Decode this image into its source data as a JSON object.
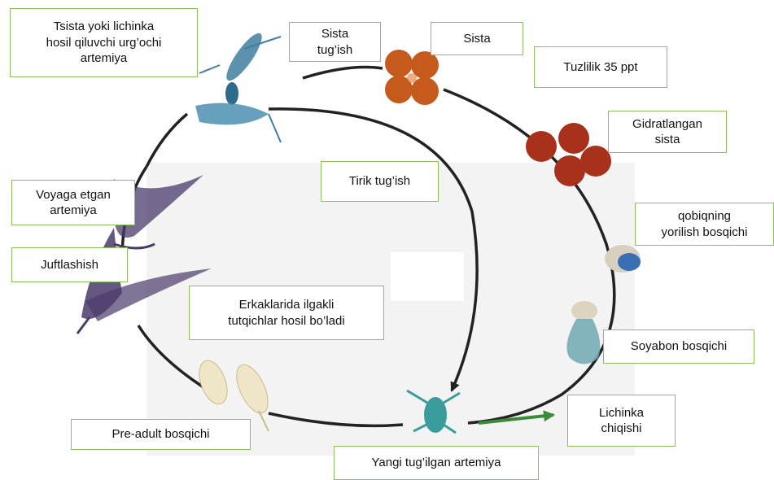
{
  "colors": {
    "label_border": "#8cbf5a",
    "cycle_line": "#222222",
    "hatching_arrow": "#3a8a3a",
    "cyst": "#c55a1c",
    "hydrated_cyst": "#a8311c",
    "artemia": "#3f7f9f",
    "adult": "#4a3a6a",
    "nauplius": "#3b9c9c"
  },
  "labels": {
    "tsista_producing": "Tsista yoki lichinka\nhosil qiluvchi urg’ochi\nartemiya",
    "cyst_release": "Sista\ntug’ish",
    "cyst": "Sista",
    "salinity": "Tuzlilik 35 ppt",
    "hydrated_cyst": "Gidratlangan\nsista",
    "shell_break": "qobiqning\nyorilish bosqichi",
    "umbrella": "Soyabon bosqichi",
    "hatching": "Lichinka\nchiqishi",
    "newborn": "Yangi tug’ilgan artemiya",
    "pre_adult": "Pre-adult bosqichi",
    "male_claspers": "Erkaklarida ilgakli\ntutqichlar hosil bo’ladi",
    "mating": "Juftlashish",
    "adult": "Voyaga etgan\nartemiya",
    "live_birth": "Tirik tug’ish"
  },
  "icons": [
    "female-artemia-icon",
    "cyst-cluster-icon",
    "hydrated-cyst-icon",
    "breaking-cyst-icon",
    "umbrella-stage-icon",
    "nauplius-icon",
    "pre-adult-icon",
    "mating-pair-icon"
  ]
}
